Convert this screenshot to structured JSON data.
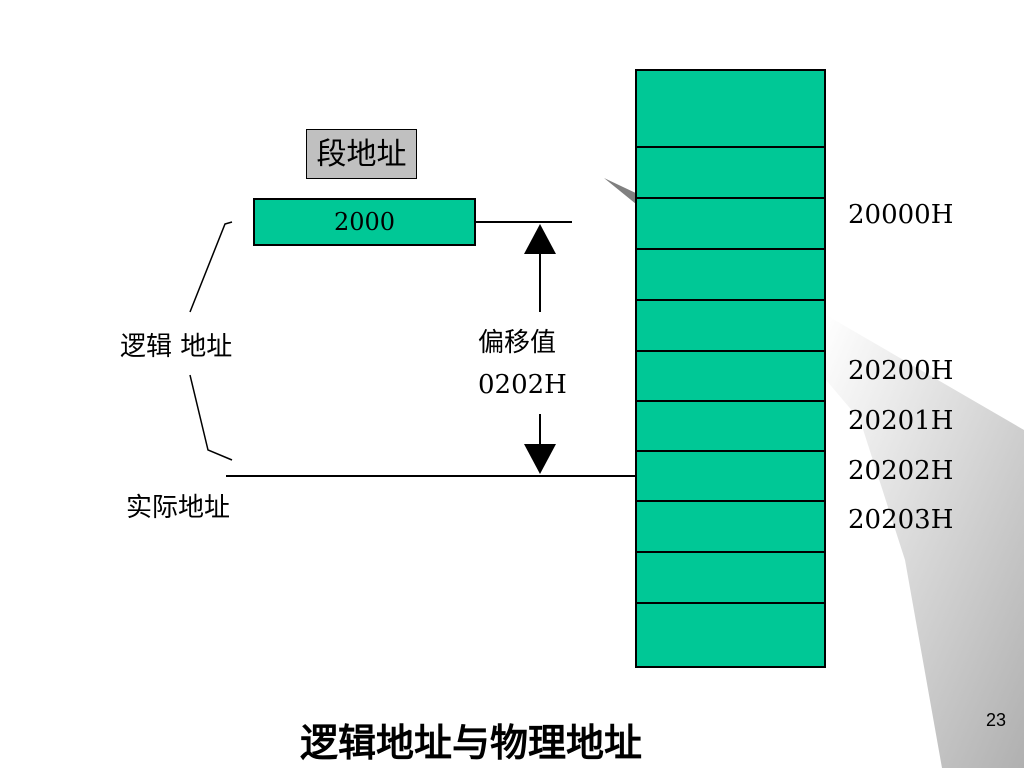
{
  "segment_label": "段地址",
  "segment_value": "2000",
  "logical_address_label": "逻辑 地址",
  "offset_label": "偏移值",
  "offset_value": "0202H",
  "physical_address_label": "实际地址",
  "memory_addresses": [
    "20000H",
    "20200H",
    "20201H",
    "20202H",
    "20203H"
  ],
  "title": "逻辑地址与物理地址",
  "page_number": "23",
  "colors": {
    "memory_cell": "#00c896",
    "segment_label_bg": "#c0c0c0",
    "shadow": "#b8b8b8"
  }
}
